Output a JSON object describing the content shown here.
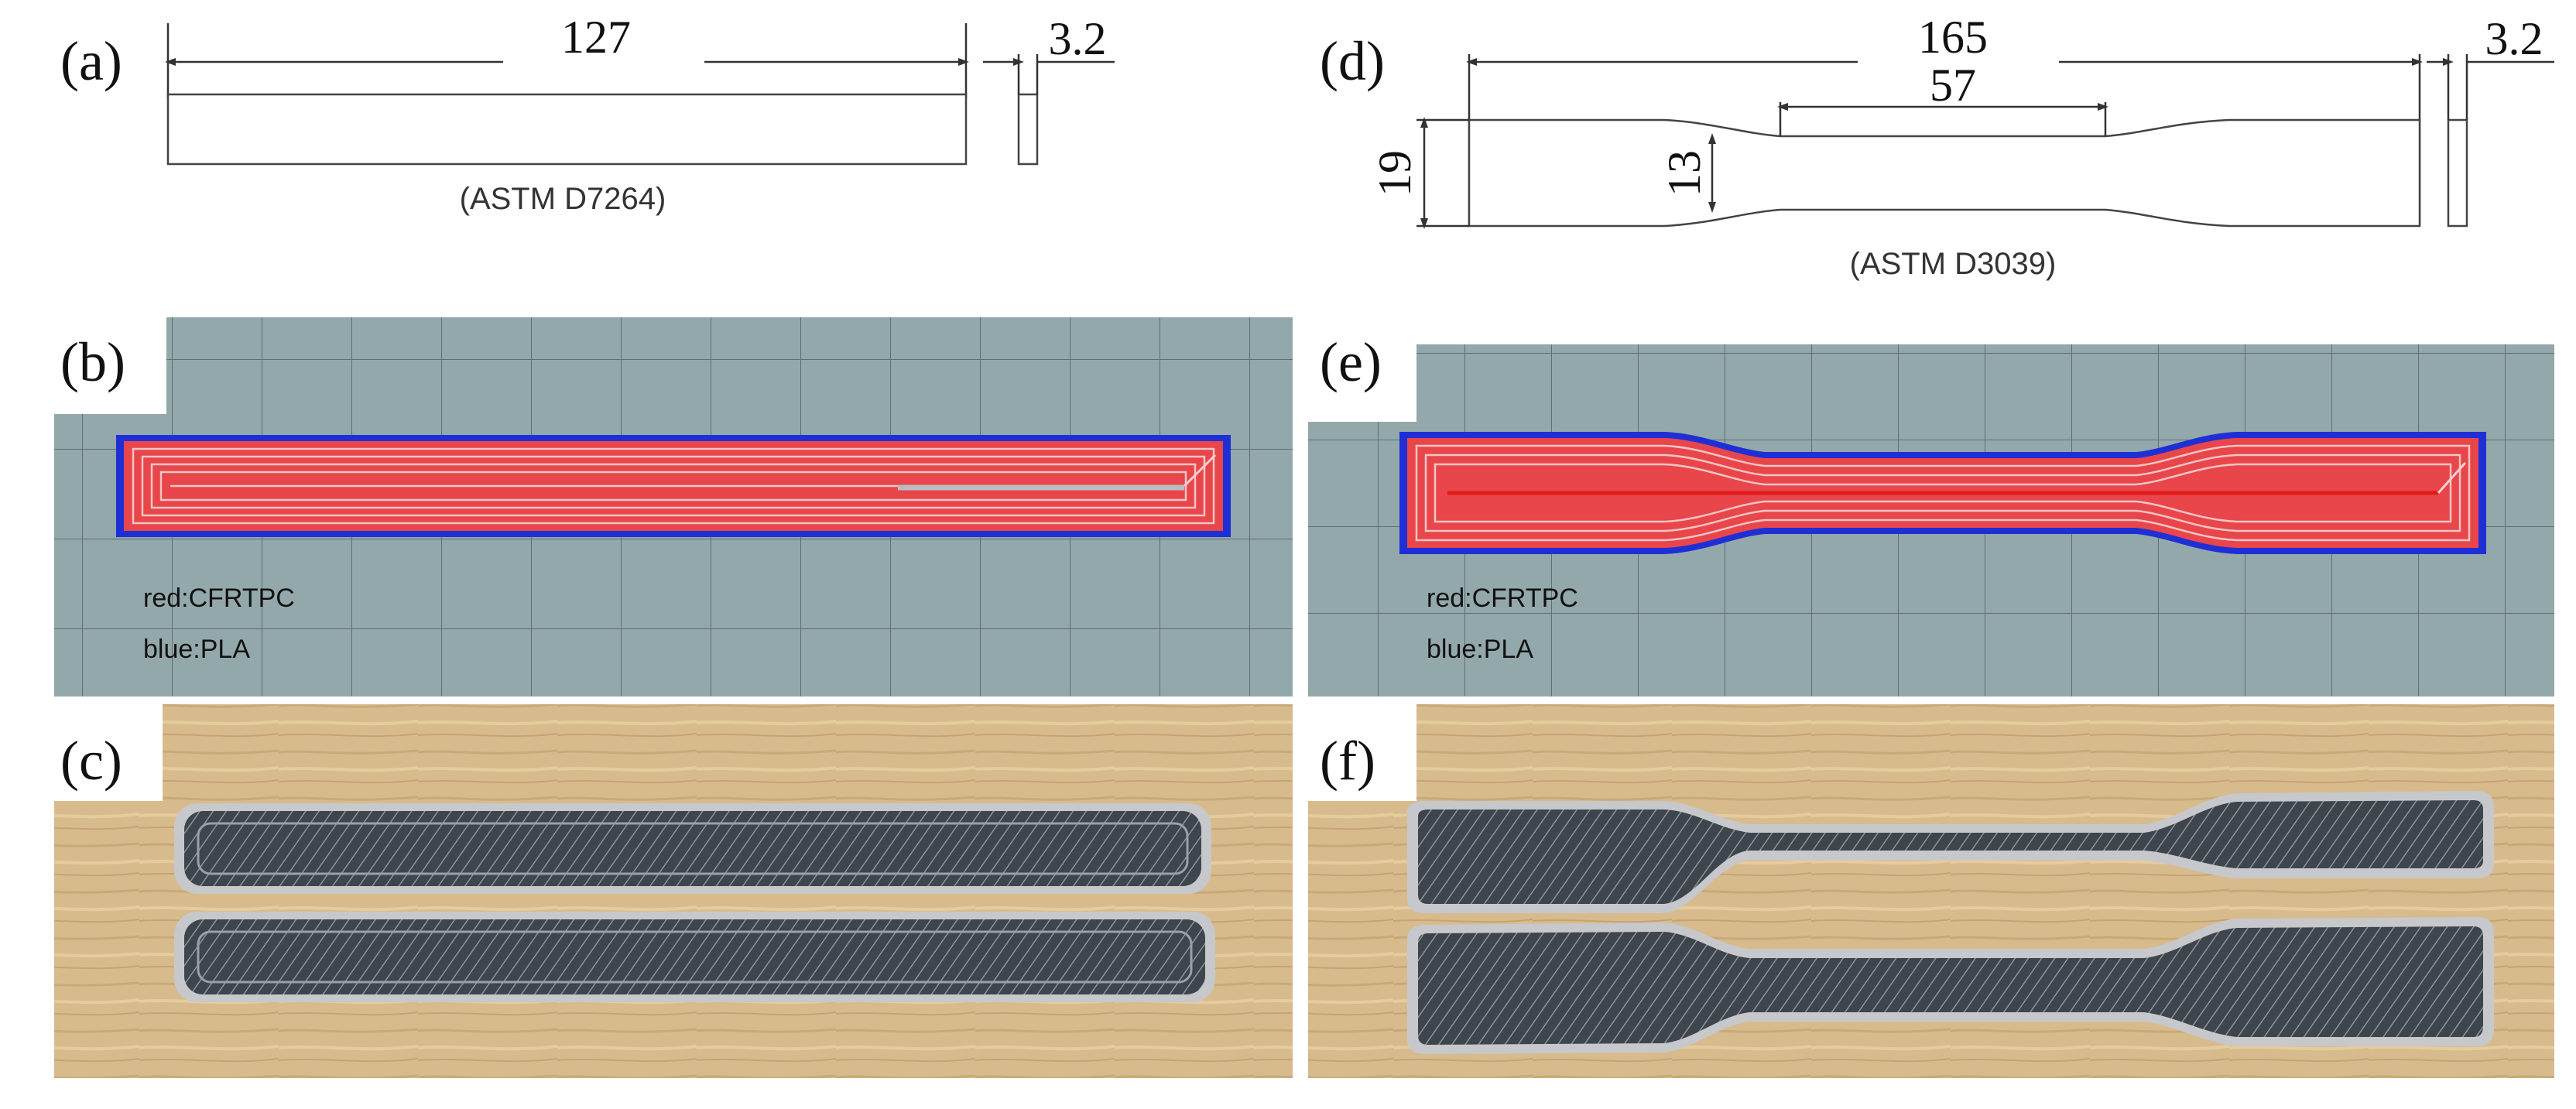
{
  "panels": {
    "a": {
      "label": "(a)",
      "length": "127",
      "thickness": "3.2",
      "standard": "(ASTM D7264)"
    },
    "b": {
      "label": "(b)",
      "legend_red": "red:CFRTPC",
      "legend_blue": "blue:PLA"
    },
    "c": {
      "label": "(c)"
    },
    "d": {
      "label": "(d)",
      "length": "165",
      "gauge_length": "57",
      "thickness": "3.2",
      "end_width": "19",
      "gauge_width": "13",
      "standard": "(ASTM D3039)"
    },
    "e": {
      "label": "(e)",
      "legend_red": "red:CFRTPC",
      "legend_blue": "blue:PLA"
    },
    "f": {
      "label": "(f)"
    }
  },
  "colors": {
    "cfrtpc": "#e8464a",
    "pla": "#1f2fd6",
    "slicer_bg": "#93a8ab",
    "grid": "#5f6f73",
    "wood": "#d8bb8d",
    "specimen": "#4a5058"
  }
}
